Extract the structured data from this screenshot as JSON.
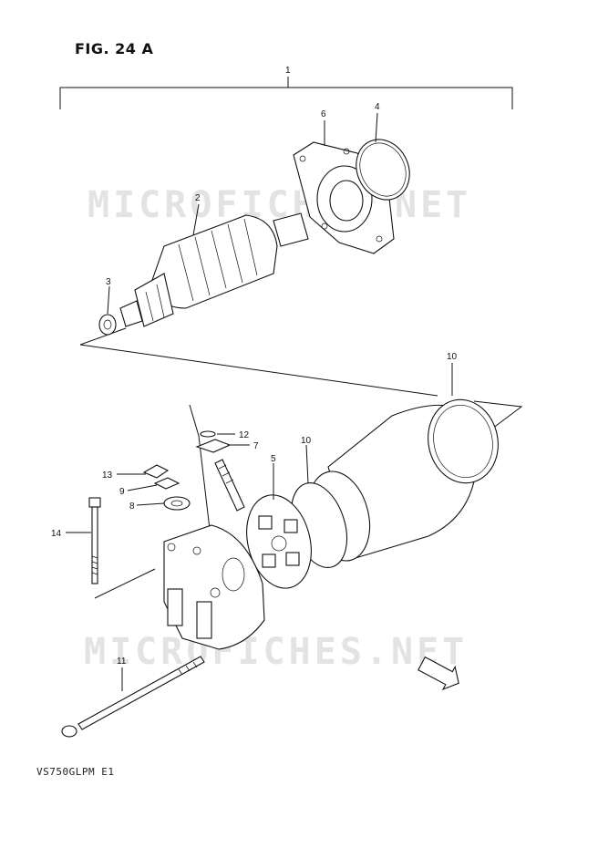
{
  "figure": {
    "title": "FIG. 24 A",
    "model_code": "VS750GLPM E1",
    "watermark": "MICROFICHES.NET",
    "fwd_label": "FWD"
  },
  "callouts": [
    {
      "id": "c1",
      "number": "1"
    },
    {
      "id": "c2",
      "number": "2"
    },
    {
      "id": "c3",
      "number": "3"
    },
    {
      "id": "c4",
      "number": "4"
    },
    {
      "id": "c5",
      "number": "5"
    },
    {
      "id": "c6",
      "number": "6"
    },
    {
      "id": "c7",
      "number": "7"
    },
    {
      "id": "c8",
      "number": "8"
    },
    {
      "id": "c9",
      "number": "9"
    },
    {
      "id": "c10a",
      "number": "10"
    },
    {
      "id": "c10b",
      "number": "10"
    },
    {
      "id": "c11",
      "number": "11"
    },
    {
      "id": "c12",
      "number": "12"
    },
    {
      "id": "c13",
      "number": "13"
    },
    {
      "id": "c14",
      "number": "14"
    }
  ]
}
